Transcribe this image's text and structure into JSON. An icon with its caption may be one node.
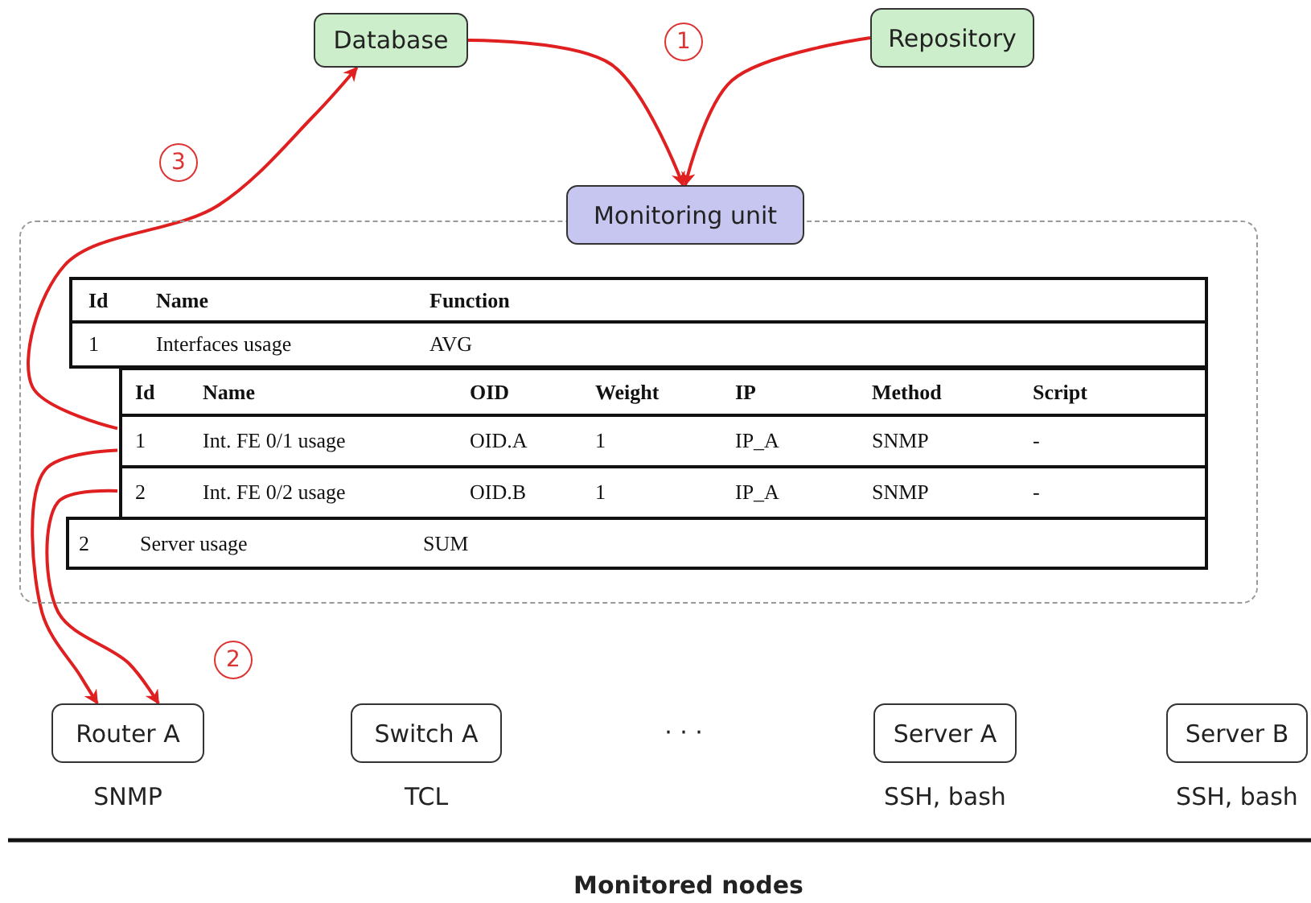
{
  "diagram": {
    "nodes": [
      {
        "text": [
          "Database"
        ]
      },
      {
        "text": [
          "Repository"
        ]
      },
      {
        "text": [
          "Monitoring unit"
        ]
      },
      {
        "text": [],
        "shape": "box"
      },
      {
        "text": [
          "Id",
          "Name",
          "Function"
        ],
        "in": 3
      },
      {
        "text": [
          "1",
          "Interfaces usage",
          "AVG"
        ],
        "in": 3
      },
      {
        "text": [
          "Id",
          "Name",
          "OID",
          "Weight",
          "IP",
          "Method",
          "Script"
        ],
        "in": 3
      },
      {
        "text": [
          "1",
          "Int. FE 0/1 usage",
          "OID.A",
          "1",
          "IP_A",
          "SNMP",
          "-"
        ],
        "in": 3
      },
      {
        "text": [
          "2",
          "Int. FE 0/2 usage",
          "OID.B",
          "1",
          "IP_A",
          "SNMP",
          "-"
        ],
        "in": 3
      },
      {
        "text": [
          "2",
          "Server usage",
          "SUM"
        ],
        "in": 3
      },
      {
        "text": [
          "Router A"
        ],
        "beside": [
          "SNMP"
        ]
      },
      {
        "text": [
          "Switch A"
        ],
        "beside": [
          "TCL"
        ]
      },
      {
        "text": [
          "Server A"
        ],
        "beside": [
          "SSH, bash"
        ]
      },
      {
        "text": [
          "Server B"
        ],
        "beside": [
          "SSH, bash"
        ]
      }
    ],
    "edges": [
      {
        "from": 0,
        "to": 2,
        "arrow": "to"
      },
      {
        "from": 1,
        "to": 2,
        "arrow": "to"
      },
      {
        "from": 7,
        "to": 0,
        "arrow": "to"
      },
      {
        "from": 7,
        "to": 10,
        "arrow": "to"
      },
      {
        "from": 8,
        "to": 10,
        "arrow": "to"
      }
    ],
    "labels": [
      "1",
      "3",
      "2",
      "· · ·",
      "Monitored nodes"
    ]
  }
}
